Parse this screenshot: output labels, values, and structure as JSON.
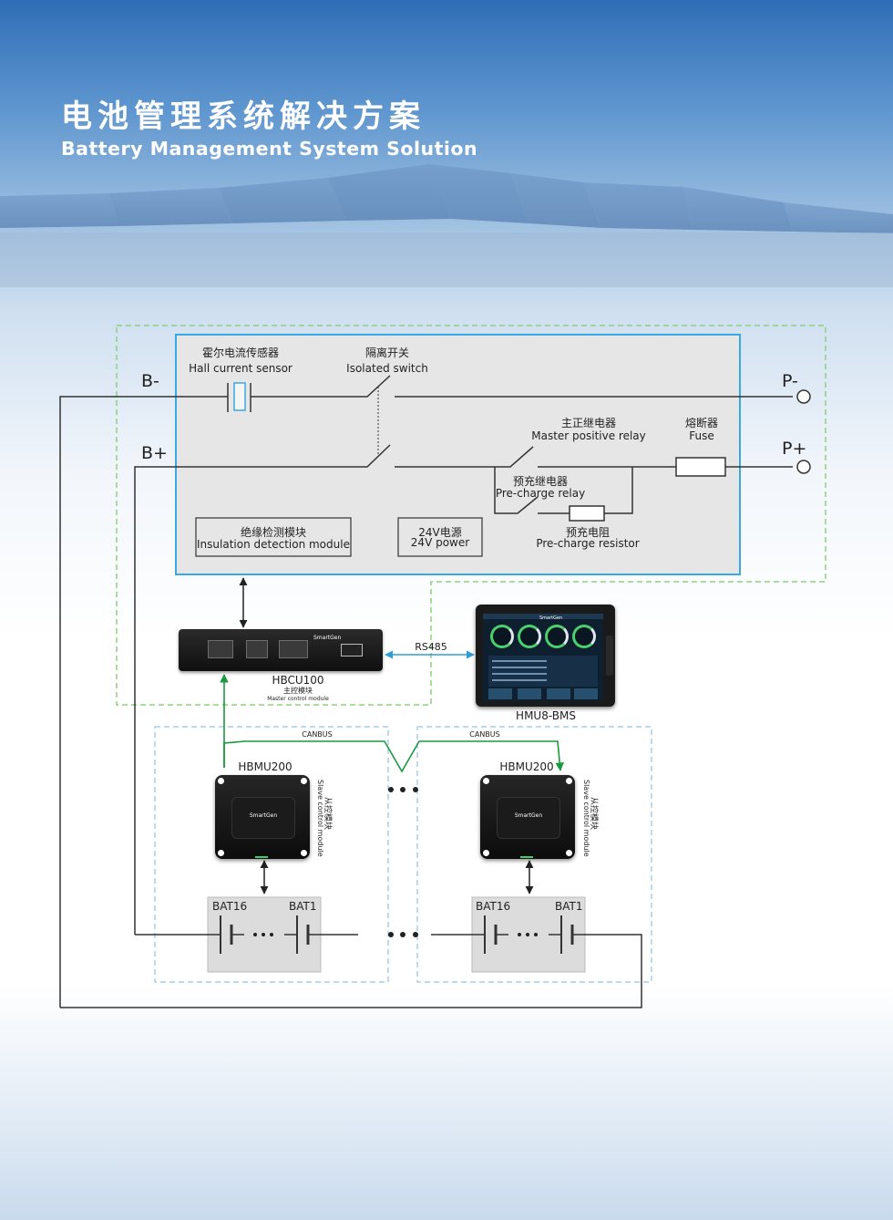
{
  "header": {
    "title_cn": "电池管理系统解决方案",
    "title_en": "Battery Management System Solution"
  },
  "terminals": {
    "b_minus": "B-",
    "b_plus": "B+",
    "p_minus": "P-",
    "p_plus": "P+"
  },
  "components": {
    "hall_sensor_cn": "霍尔电流传感器",
    "hall_sensor_en": "Hall current sensor",
    "isolated_switch_cn": "隔离开关",
    "isolated_switch_en": "Isolated switch",
    "master_relay_cn": "主正继电器",
    "master_relay_en": "Master positive relay",
    "fuse_cn": "熔断器",
    "fuse_en": "Fuse",
    "precharge_relay_cn": "预充继电器",
    "precharge_relay_en": "Pre-charge relay",
    "precharge_resistor_cn": "预充电阻",
    "precharge_resistor_en": "Pre-charge resistor",
    "insulation_cn": "绝缘检测模块",
    "insulation_en": "Insulation detection module",
    "power_cn": "24V电源",
    "power_en": "24V power"
  },
  "devices": {
    "hbcu_name": "HBCU100",
    "hbcu_cn": "主控模块",
    "hbcu_en": "Master control module",
    "hbcu_brand": "SmartGen",
    "hmu_name": "HMU8-BMS",
    "hmu_brand": "SmartGen",
    "rs485": "RS485",
    "canbus": "CANBUS",
    "hbmu_name": "HBMU200",
    "hbmu_brand": "SmartGen",
    "slave_cn": "从控模块",
    "slave_en": "Slave control module"
  },
  "battery": {
    "first": "BAT16",
    "last": "BAT1"
  },
  "colors": {
    "green_dashed": "#8fd07f",
    "cyan_frame": "#3aa8e2",
    "light_dashed": "#a8cde8",
    "can_green": "#1a9a40",
    "rs485_blue": "#2b9fd8"
  }
}
